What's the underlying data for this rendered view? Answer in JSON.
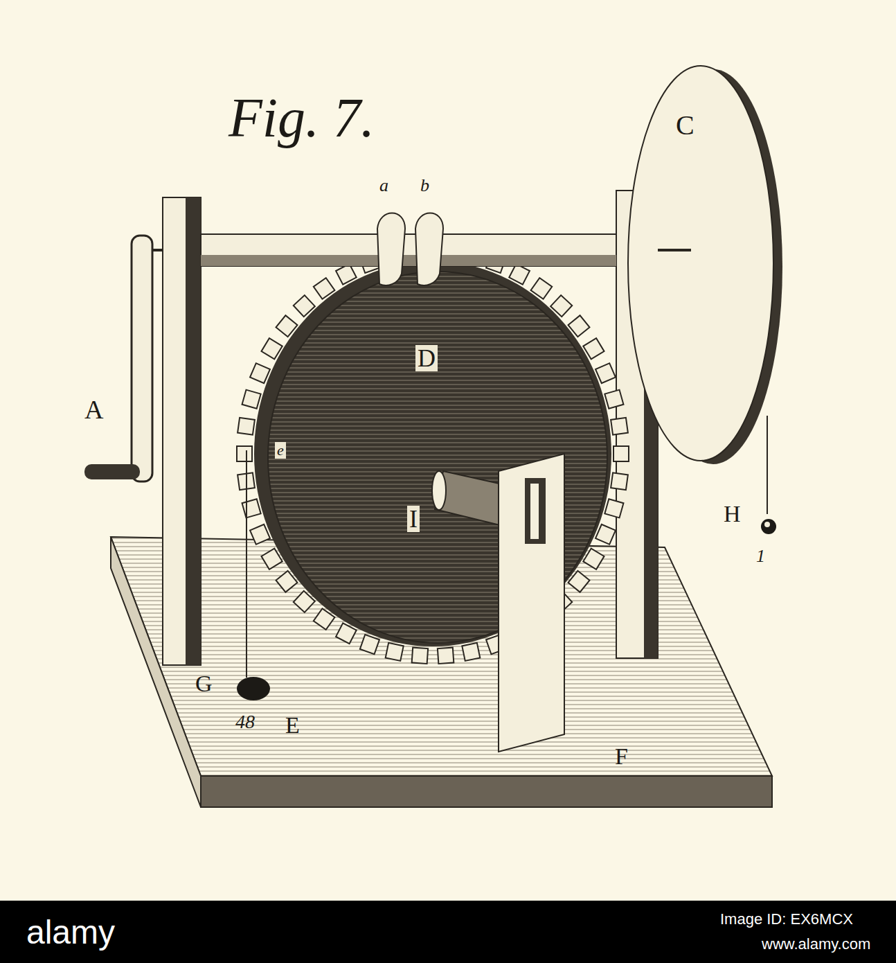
{
  "diagram": {
    "title": "Fig. 7.",
    "labels": [
      "a",
      "b",
      "C",
      "D",
      "A",
      "e",
      "I",
      "H",
      "1",
      "G",
      "48",
      "E",
      "F",
      "alamy",
      "Image ID: EX6MCX",
      "www.alamy.com"
    ]
  }
}
